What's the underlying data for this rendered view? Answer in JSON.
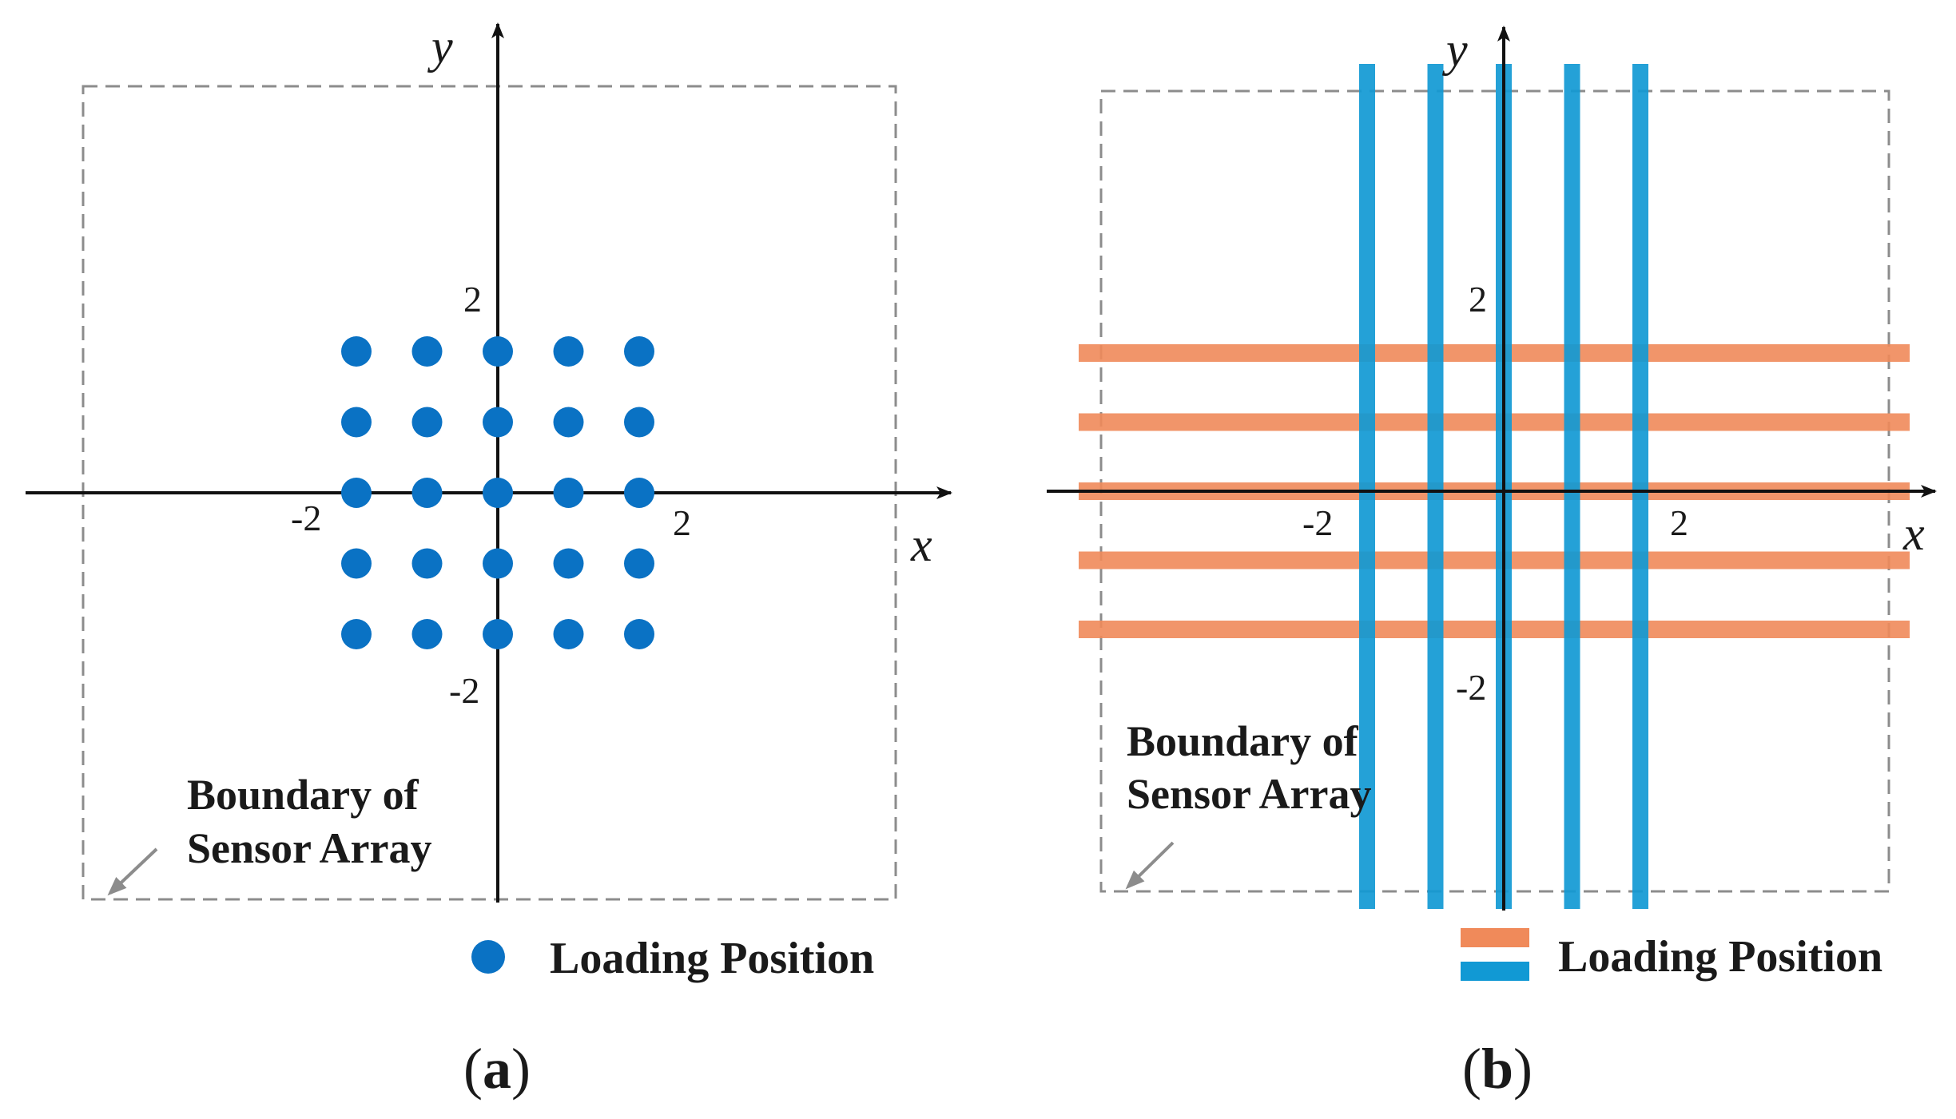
{
  "colors": {
    "point": "#0a72c4",
    "line_horizontal": "#f08a5a",
    "line_vertical": "#1199d4",
    "axis": "#111111",
    "boundary": "#8c8c8c",
    "arrow": "#8c8c8c"
  },
  "panels": [
    {
      "id": "a",
      "label_open": "(",
      "label_letter": "a",
      "label_close": ")",
      "axis_x_label": "x",
      "axis_y_label": "y",
      "ticks": {
        "x_neg": "-2",
        "x_pos": "2",
        "y_pos": "2",
        "y_neg": "-2"
      },
      "boundary_note_line1": "Boundary of",
      "boundary_note_line2": "Sensor Array",
      "legend_label": "Loading Position",
      "legend_icon": "filled-circle-icon",
      "loading_points": {
        "x": [
          -2,
          -1,
          0,
          1,
          2
        ],
        "y": [
          -2,
          -1,
          0,
          1,
          2
        ]
      }
    },
    {
      "id": "b",
      "label_open": "(",
      "label_letter": "b",
      "label_close": ")",
      "axis_x_label": "x",
      "axis_y_label": "y",
      "ticks": {
        "x_neg": "-2",
        "x_pos": "2",
        "y_pos": "2",
        "y_neg": "-2"
      },
      "boundary_note_line1": "Boundary of",
      "boundary_note_line2": "Sensor Array",
      "legend_label": "Loading Position",
      "legend_icon": "orange-and-blue-bars-icon",
      "loading_lines": {
        "horizontal_y": [
          -2,
          -1,
          0,
          1,
          2
        ],
        "vertical_x": [
          -2,
          -1,
          0,
          1,
          2
        ]
      }
    }
  ]
}
